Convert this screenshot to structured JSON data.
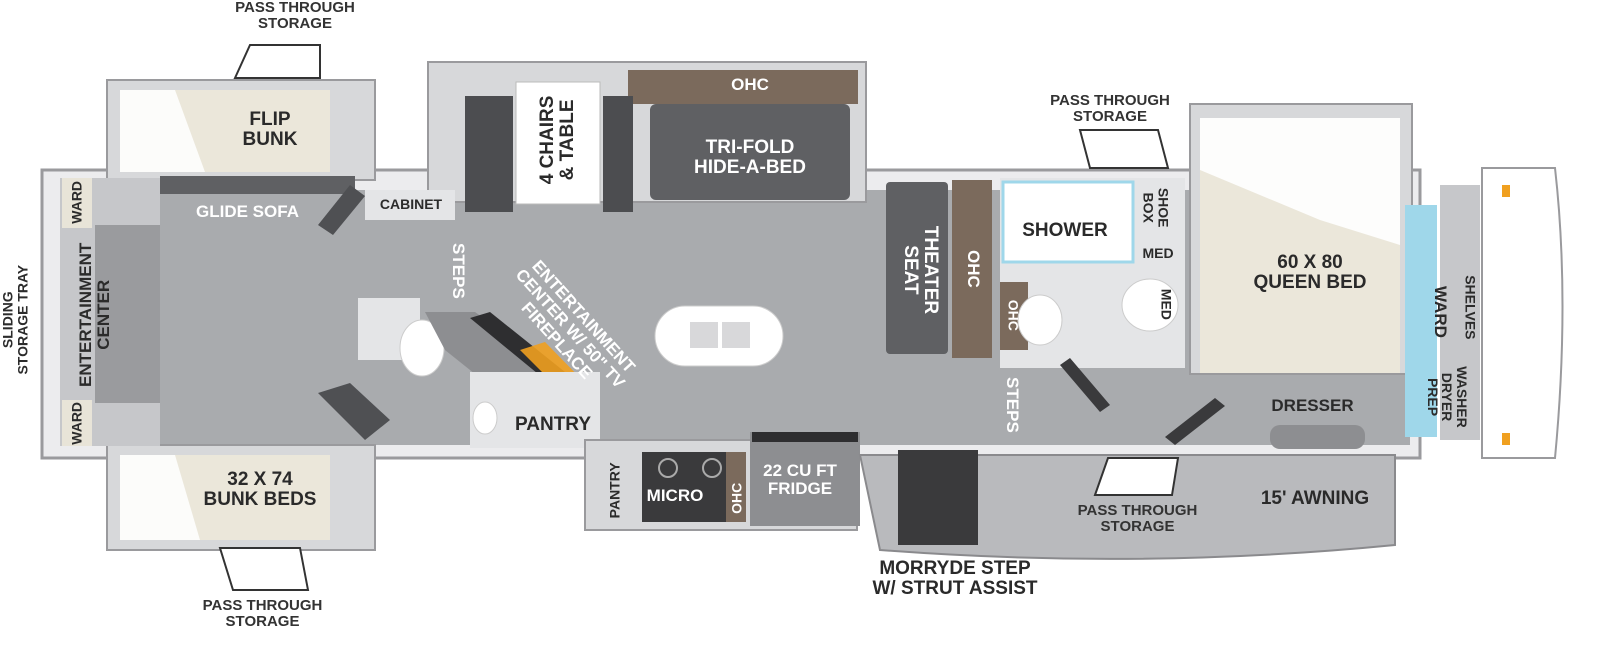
{
  "labels": {
    "pass_through_storage_top_left": "PASS THROUGH\nSTORAGE",
    "pass_through_storage_top_right": "PASS THROUGH\nSTORAGE",
    "pass_through_storage_bottom_left": "PASS THROUGH\nSTORAGE",
    "pass_through_storage_bottom_right": "PASS THROUGH\nSTORAGE",
    "flip_bunk": "FLIP\nBUNK",
    "glide_sofa": "GLIDE SOFA",
    "cabinet": "CABINET",
    "ward_top": "WARD",
    "ward_bottom": "WARD",
    "entertainment_center_left": "ENTERTAINMENT\nCENTER",
    "sliding_storage_tray": "SLIDING\nSTORAGE TRAY",
    "chairs_table": "4 CHAIRS\n& TABLE",
    "ohc_top": "OHC",
    "tri_fold": "TRI-FOLD\nHIDE-A-BED",
    "steps_left": "STEPS",
    "entertainment_fireplace": "ENTERTAINMENT\nCENTER W/ 50\" TV\nFIREPLACE",
    "pantry_main": "PANTRY",
    "bunk_beds": "32 X 74\nBUNK BEDS",
    "pantry_small": "PANTRY",
    "micro": "MICRO",
    "ohc_kitchen": "OHC",
    "fridge": "22 CU FT\nFRIDGE",
    "theater_seat": "THEATER\nSEAT",
    "ohc_theater": "OHC",
    "ohc_bath": "OHC",
    "shower": "SHOWER",
    "shoe_box": "SHOE\nBOX",
    "med_top": "MED",
    "med_side": "MED",
    "steps_right": "STEPS",
    "queen_bed": "60 X 80\nQUEEN BED",
    "ward_right": "WARD",
    "shelves": "SHELVES",
    "washer_dryer_prep": "WASHER\nDRYER\nPREP",
    "dresser": "DRESSER",
    "awning": "15' AWNING",
    "morryde_step": "MORRYDE STEP\nW/ STRUT ASSIST"
  },
  "colors": {
    "floor": "#a9abae",
    "wall": "#d7d8da",
    "furniture_dark": "#5f6063",
    "wood": "#7b6a5c",
    "bed": "#ebe7da",
    "water_blue": "#9fd7ea",
    "fire": "#f0a020"
  }
}
